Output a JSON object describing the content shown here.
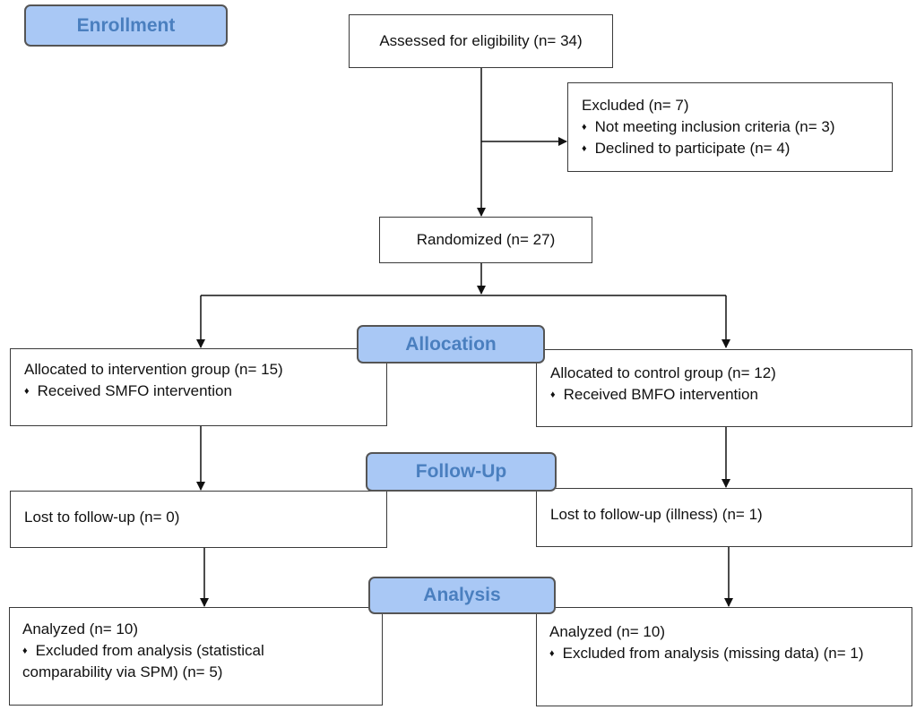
{
  "stages": {
    "enrollment": "Enrollment",
    "allocation": "Allocation",
    "follow_up": "Follow-Up",
    "analysis": "Analysis"
  },
  "bullet_glyph": "♦",
  "boxes": {
    "assessed": {
      "text": "Assessed for eligibility (n= 34)"
    },
    "excluded": {
      "title": "Excluded (n= 7)",
      "items": [
        "Not meeting inclusion criteria (n= 3)",
        "Declined to participate (n= 4)"
      ]
    },
    "randomized": {
      "text": "Randomized (n= 27)"
    },
    "alloc_intervention": {
      "title": "Allocated to intervention group (n= 15)",
      "items": [
        "Received SMFO intervention"
      ]
    },
    "alloc_control": {
      "title": "Allocated to control group (n= 12)",
      "items": [
        "Received BMFO intervention"
      ]
    },
    "lost_intervention": {
      "text": "Lost to follow-up (n= 0)"
    },
    "lost_control": {
      "text": "Lost to follow-up (illness) (n= 1)"
    },
    "analyzed_intervention": {
      "title": "Analyzed (n= 10)",
      "items": [
        "Excluded from analysis (statistical",
        "comparability via SPM) (n= 5)"
      ]
    },
    "analyzed_control": {
      "title": "Analyzed (n= 10)",
      "items": [
        "Excluded from analysis (missing data) (n= 1)"
      ]
    }
  },
  "colors": {
    "stage_fill": "#a9c8f5",
    "stage_text": "#4a7fbf",
    "box_border": "#3a3a3a"
  }
}
